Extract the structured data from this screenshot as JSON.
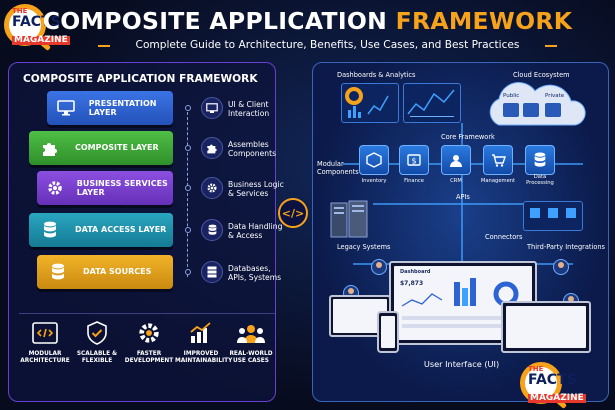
{
  "header": {
    "title_part1": "COMPOSITE APPLICATION",
    "title_part2": "FRAMEWORK",
    "subtitle": "Complete Guide to Architecture, Benefits, Use Cases, and Best Practices"
  },
  "logo": {
    "the": "THE",
    "facts": "FACTS",
    "magazine": "MAGAZINE"
  },
  "left_panel": {
    "title": "COMPOSITE APPLICATION FRAMEWORK",
    "layers": [
      {
        "label": "PRESENTATION LAYER",
        "icon": "monitor-icon",
        "color": "#2e63d4"
      },
      {
        "label": "COMPOSITE LAYER",
        "icon": "puzzle-icon",
        "color": "#3fa83a"
      },
      {
        "label": "BUSINESS SERVICES LAYER",
        "icon": "gear-icon",
        "color": "#7b3fd0"
      },
      {
        "label": "DATA ACCESS LAYER",
        "icon": "database-icon",
        "color": "#1f8fa8"
      },
      {
        "label": "DATA SOURCES",
        "icon": "database-icon",
        "color": "#e6a019"
      }
    ],
    "descriptions": [
      {
        "text": "UI & Client\nInteraction",
        "icon": "monitor-icon"
      },
      {
        "text": "Assembles\nComponents",
        "icon": "puzzle-icon"
      },
      {
        "text": "Business Logic\n& Services",
        "icon": "gear-icon"
      },
      {
        "text": "Data Handling\n& Access",
        "icon": "database-icon"
      },
      {
        "text": "Databases,\nAPIs, Systems",
        "icon": "server-icon"
      }
    ],
    "features": [
      {
        "label": "MODULAR\nARCHITECTURE",
        "icon": "code-icon"
      },
      {
        "label": "SCALABLE &\nFLEXIBLE",
        "icon": "shield-check-icon"
      },
      {
        "label": "FASTER\nDEVELOPMENT",
        "icon": "gear-icon"
      },
      {
        "label": "IMPROVED\nMAINTAINABILITY",
        "icon": "chart-up-icon"
      },
      {
        "label": "REAL-WORLD\nUSE CASES",
        "icon": "users-icon"
      }
    ]
  },
  "center_icon": "</>",
  "right_panel": {
    "dashboards": "Dashboards & Analytics",
    "cloud": "Cloud Ecosystem",
    "cloud_public": "Public",
    "cloud_private": "Private",
    "core_framework": "Core Framework",
    "modular_components": "Modular\nComponents",
    "modules": [
      "Inventory",
      "Finance",
      "CRM",
      "Management",
      "Data\nProcessing"
    ],
    "apis": "APIs",
    "legacy": "Legacy Systems",
    "connectors": "Connectors",
    "third_party": "Third-Party Integrations",
    "dashboard_screen_title": "Dashboard",
    "dashboard_value": "$7,873",
    "ui_label": "User Interface (UI)"
  },
  "colors": {
    "accent": "#f7a21b",
    "brand_red": "#e8392d"
  }
}
